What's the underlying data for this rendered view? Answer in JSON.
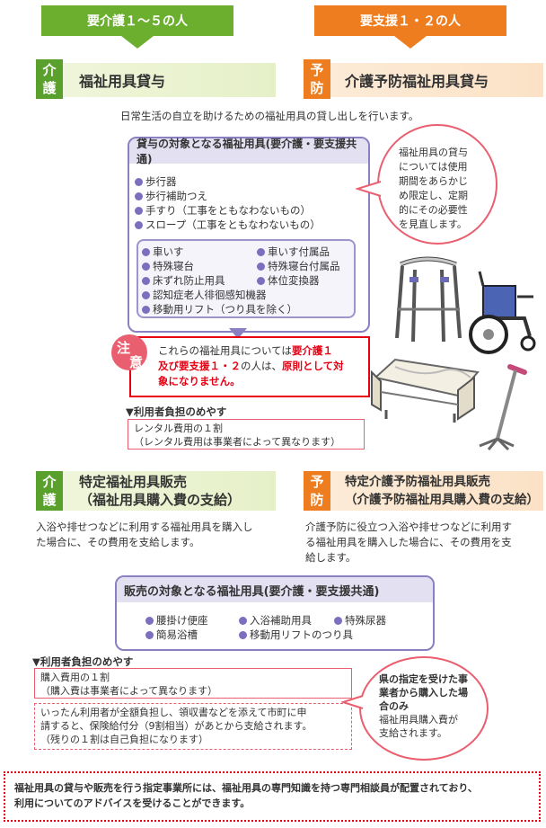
{
  "tabs": {
    "left": "要介護１〜５の人",
    "right": "要支援１・２の人"
  },
  "section1": {
    "left_badge": [
      "介",
      "護"
    ],
    "left_title": "福祉用具貸与",
    "right_badge": [
      "予",
      "防"
    ],
    "right_title": "介護予防福祉用具貸与",
    "intro": "日常生活の自立を助けるための福祉用具の貸し出しを行います。"
  },
  "rental_panel": {
    "title": "貸与の対象となる福祉用具(要介護・要支援共通)",
    "items": [
      "歩行器",
      "歩行補助つえ",
      "手すり（工事をともなわないもの）",
      "スロープ（工事をともなわないもの）"
    ],
    "inner_items": [
      [
        "車いす",
        "車いす付属品"
      ],
      [
        "特殊寝台",
        "特殊寝台付属品"
      ],
      [
        "床ずれ防止用具",
        "体位変換器"
      ],
      [
        "認知症老人徘徊感知機器",
        ""
      ],
      [
        "移動用リフト（つり具を除く）",
        ""
      ]
    ]
  },
  "rental_bubble": [
    "福祉用具の貸与",
    "については使用",
    "期間をあらかじ",
    "め限定し、定期",
    "的にその必要性",
    "を見直します。"
  ],
  "caution": {
    "badge": [
      "注",
      "意"
    ],
    "text_a": "これらの福祉用具については",
    "text_b": "要介護１",
    "text_c": "及び要支援１・２",
    "text_d": "の人は、",
    "text_e": "原則として対",
    "text_f": "象になりません。"
  },
  "rental_cost": {
    "heading": "▼利用者負担のめやす",
    "line1": "レンタル費用の１割",
    "line2": "（レンタル費用は事業者によって異なります）"
  },
  "section2": {
    "left_badge": [
      "介",
      "護"
    ],
    "left_title1": "特定福祉用具販売",
    "left_title2": "（福祉用具購入費の支給）",
    "left_desc1": "入浴や排せつなどに利用する福祉用具を購入し",
    "left_desc2": "た場合に、その費用を支給します。",
    "right_badge": [
      "予",
      "防"
    ],
    "right_title1": "特定介護予防福祉用具販売",
    "right_title2": "（介護予防福祉用具購入費の支給）",
    "right_desc1": "介護予防に役立つ入浴や排せつなどに利用す",
    "right_desc2": "る福祉用具を購入した場合に、その費用を支",
    "right_desc3": "給します。"
  },
  "sales_panel": {
    "title": "販売の対象となる福祉用具(要介護・要支援共通)",
    "row1": [
      "腰掛け便座",
      "入浴補助用具",
      "特殊尿器"
    ],
    "row2": [
      "簡易浴槽",
      "移動用リフトのつり具"
    ]
  },
  "sales_cost": {
    "heading": "▼利用者負担のめやす",
    "line1": "購入費用の１割",
    "line2": "（購入費は事業者によって異なります）",
    "note1": "いったん利用者が全額負担し、領収書などを添えて市町に申",
    "note2": "請すると、保険給付分（9割相当）があとから支給されます。",
    "note3": "（残りの１割は自己負担になります）"
  },
  "sales_bubble": {
    "bold1": "県の指定を受けた事",
    "bold2": "業者から購入した場",
    "bold3": "合のみ",
    "line4": "福祉用具購入費が",
    "line5": "支給されます。"
  },
  "footer": {
    "line1": "福祉用具の貸与や販売を行う指定事業所には、福祉用具の専門知識を持つ専門相談員が配置されており、",
    "line2": "利用についてのアドバイスを受けることができます。"
  },
  "colors": {
    "green": "#6cae2e",
    "orange": "#ee7d1f",
    "purple": "#7b6fbe",
    "red": "#e60012"
  },
  "illustrations": [
    "walker",
    "wheelchair",
    "special-bed",
    "cane"
  ]
}
